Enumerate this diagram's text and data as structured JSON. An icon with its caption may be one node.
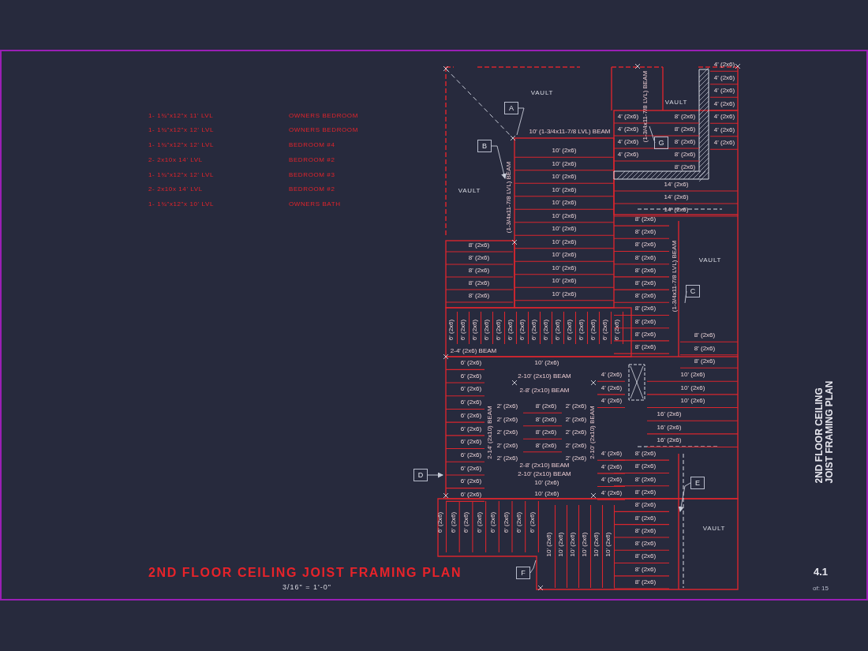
{
  "diagram": {
    "title": "2ND FLOOR CEILING JOIST FRAMING PLAN",
    "caption": "3/16\" = 1'-0\"",
    "nodes": [
      {
        "text": [
          "A"
        ]
      },
      {
        "text": [
          "G"
        ]
      },
      {
        "text": [
          "B"
        ]
      },
      {
        "text": [
          "C"
        ]
      },
      {
        "text": [
          "D"
        ]
      },
      {
        "text": [
          "E"
        ]
      },
      {
        "text": [
          "F"
        ]
      },
      {
        "text": [
          "(1-3/4x11-7/8 LVL) BEAM"
        ]
      },
      {
        "text": [
          "(1-3/4x11-7/8 LVL) BEAM"
        ]
      }
    ],
    "edges": [
      {
        "from": 0,
        "to": null,
        "arrow": "none"
      },
      {
        "from": 1,
        "to": 8,
        "arrow": "none"
      },
      {
        "from": 2,
        "to": 7,
        "arrow": "to"
      },
      {
        "from": 3,
        "to": null,
        "arrow": "none"
      },
      {
        "from": 4,
        "to": null,
        "arrow": "to"
      },
      {
        "from": 5,
        "to": null,
        "arrow": "to"
      },
      {
        "from": 6,
        "to": null,
        "arrow": "none"
      }
    ],
    "labels": [
      "1- 1¾\"x12\"x 11' LVL",
      "OWNERS BEDROOM",
      "1- 1¾\"x12\"x 12' LVL",
      "OWNERS BEDROOM",
      "1- 1¾\"x12\"x 12' LVL",
      "BEDROOM #4",
      "2- 2x10x 14' LVL",
      "BEDROOM #2",
      "1- 1¾\"x12\"x 12' LVL",
      "BEDROOM #3",
      "2- 2x10x 14' LVL",
      "BEDROOM #2",
      "1- 1¾\"x12\"x 10' LVL",
      "OWNERS BATH",
      "VAULT",
      "VAULT",
      "VAULT",
      "VAULT",
      "VAULT",
      "10' (1-3/4x11-7/8 LVL) BEAM",
      "(1-3/4x11-7/8 LVL) BEAM",
      "2-4' (2x6) BEAM",
      "2-10' (2x10) BEAM",
      "2-8' (2x10) BEAM",
      "2-14' (2x10) BEAM",
      "2-10' (2x10) BEAM",
      "2-8' (2x10) BEAM",
      "2-10' (2x10) BEAM",
      "2ND FLOOR CEILING JOIST FRAMING PLAN",
      "4.1",
      "of: 15",
      "10' (2x6)",
      "10' (2x6)",
      "10' (2x6)",
      "10' (2x6)",
      "10' (2x6)",
      "10' (2x6)",
      "10' (2x6)",
      "10' (2x6)",
      "10' (2x6)",
      "10' (2x6)",
      "10' (2x6)",
      "10' (2x6)",
      "8' (2x6)",
      "8' (2x6)",
      "8' (2x6)",
      "8' (2x6)",
      "8' (2x6)",
      "4' (2x6)",
      "4' (2x6)",
      "4' (2x6)",
      "4' (2x6)",
      "8' (2x6)",
      "8' (2x6)",
      "8' (2x6)",
      "8' (2x6)",
      "8' (2x6)",
      "4' (2x6)",
      "4' (2x6)",
      "4' (2x6)",
      "4' (2x6)",
      "4' (2x6)",
      "4' (2x6)",
      "4' (2x6)",
      "14' (2x6)",
      "14' (2x6)",
      "14' (2x6)",
      "8' (2x6)",
      "8' (2x6)",
      "8' (2x6)",
      "8' (2x6)",
      "8' (2x6)",
      "8' (2x6)",
      "8' (2x6)",
      "8' (2x6)",
      "8' (2x6)",
      "8' (2x6)",
      "8' (2x6)",
      "8' (2x6)",
      "8' (2x6)",
      "8' (2x6)",
      "6' (2x6)",
      "6' (2x6)",
      "6' (2x6)",
      "6' (2x6)",
      "6' (2x6)",
      "6' (2x6)",
      "6' (2x6)",
      "6' (2x6)",
      "6' (2x6)",
      "6' (2x6)",
      "6' (2x6)",
      "6' (2x6)",
      "6' (2x6)",
      "6' (2x6)",
      "6' (2x6)",
      "6' (2x6)",
      "6' (2x6)",
      "6' (2x6)",
      "6' (2x6)",
      "6' (2x6)",
      "6' (2x6)",
      "6' (2x6)",
      "6' (2x6)",
      "6' (2x6)",
      "6' (2x6)",
      "6' (2x6)",
      "10' (2x6)",
      "10' (2x6)",
      "10' (2x6)",
      "8' (2x6)",
      "8' (2x6)",
      "8' (2x6)",
      "8' (2x6)",
      "2' (2x6)",
      "2' (2x6)",
      "2' (2x6)",
      "2' (2x6)",
      "2' (2x6)",
      "2' (2x6)",
      "2' (2x6)",
      "2' (2x6)",
      "2' (2x6)",
      "2' (2x6)",
      "4' (2x6)",
      "4' (2x6)",
      "4' (2x6)",
      "4' (2x6)",
      "4' (2x6)",
      "4' (2x6)",
      "4' (2x6)",
      "10' (2x6)",
      "10' (2x6)",
      "10' (2x6)",
      "16' (2x6)",
      "16' (2x6)",
      "16' (2x6)",
      "8' (2x6)",
      "8' (2x6)",
      "8' (2x6)",
      "8' (2x6)",
      "8' (2x6)",
      "8' (2x6)",
      "8' (2x6)",
      "8' (2x6)",
      "8' (2x6)",
      "8' (2x6)",
      "8' (2x6)",
      "6' (2x6)",
      "6' (2x6)",
      "6' (2x6)",
      "6' (2x6)",
      "6' (2x6)",
      "6' (2x6)",
      "6' (2x6)",
      "6' (2x6)",
      "10' (2x6)",
      "10' (2x6)",
      "10' (2x6)",
      "10' (2x6)",
      "10' (2x6)",
      "10' (2x6)"
    ]
  }
}
